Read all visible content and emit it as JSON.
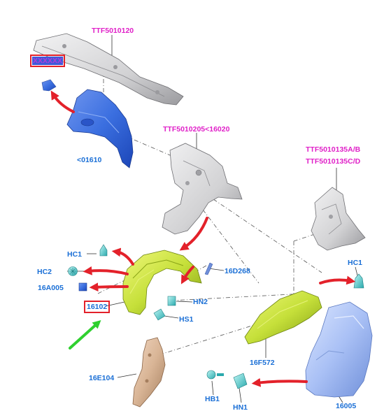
{
  "colors": {
    "callout_blue": "#1a6fd6",
    "callout_magenta": "#e020c8",
    "arrow_red": "#e3212a",
    "arrow_green": "#2fd02f",
    "part_blue": "#3b6fe0",
    "part_liner": "#c6e03a",
    "part_gray": "#d2d2d4",
    "part_copper": "#d9b596",
    "part_fender": "#a9c0f5",
    "clip_cyan": "#49d8d8"
  },
  "labels": {
    "ttf5010120": "TTF5010120",
    "hidden_code": "XXXXXX",
    "p01610": "<01610",
    "ttf5010205": "TTF5010205<16020",
    "ttf5010135ab": "TTF5010135A/B",
    "ttf5010135cd": "TTF5010135C/D",
    "hc1_left": "HC1",
    "hc2": "HC2",
    "p16a005": "16A005",
    "p16102": "16102",
    "p16d268": "16D268",
    "hn2": "HN2",
    "hs1": "HS1",
    "hc1_right": "HC1",
    "p16f572": "16F572",
    "p16e104": "16E104",
    "hb1": "HB1",
    "hn1": "HN1",
    "p16005": "16005"
  }
}
